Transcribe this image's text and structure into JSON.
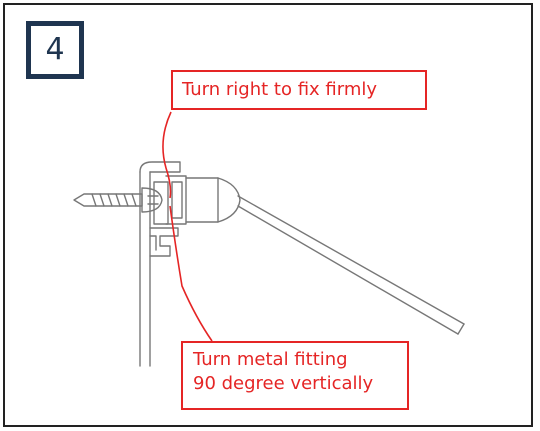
{
  "step": {
    "number": "4"
  },
  "callouts": {
    "top": "Turn right to fix firmly",
    "bottom": {
      "line1": "Turn metal fitting",
      "line2": "90 degree vertically"
    }
  },
  "colors": {
    "accent": "#e52525",
    "badge": "#1f3550",
    "line_art": "#777777"
  }
}
